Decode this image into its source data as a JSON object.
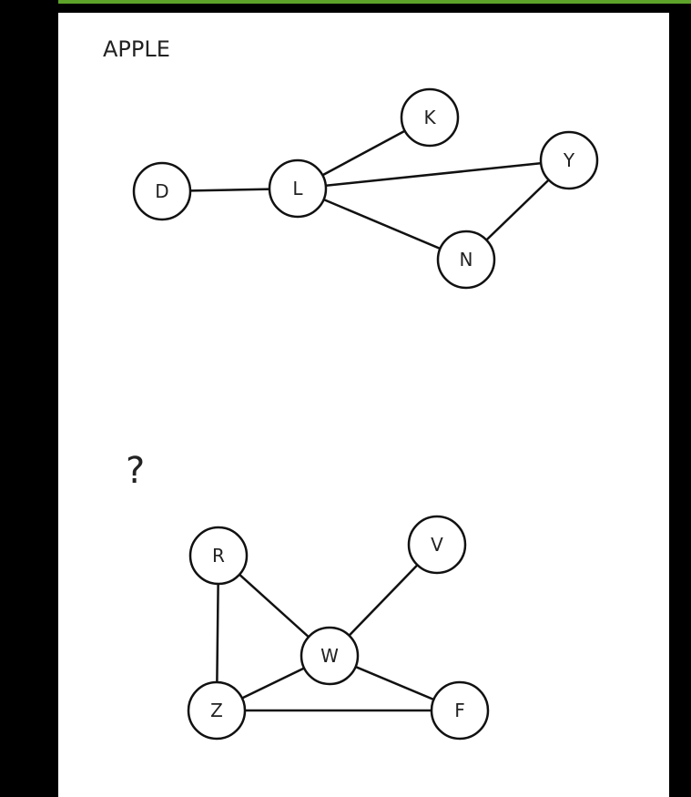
{
  "top_graph": {
    "label": "APPLE",
    "nodes": [
      "D",
      "L",
      "K",
      "Y",
      "N"
    ],
    "edges": [
      [
        "D",
        "L"
      ],
      [
        "L",
        "K"
      ],
      [
        "L",
        "Y"
      ],
      [
        "L",
        "N"
      ],
      [
        "N",
        "Y"
      ]
    ]
  },
  "bottom_graph": {
    "label": "?",
    "nodes": [
      "R",
      "V",
      "W",
      "Z",
      "F"
    ],
    "edges": [
      [
        "R",
        "Z"
      ],
      [
        "R",
        "W"
      ],
      [
        "V",
        "W"
      ],
      [
        "W",
        "Z"
      ],
      [
        "W",
        "F"
      ],
      [
        "Z",
        "F"
      ]
    ]
  },
  "colors": {
    "accent_bar": "#5da32a",
    "background": "#000000",
    "panel": "#ffffff"
  }
}
